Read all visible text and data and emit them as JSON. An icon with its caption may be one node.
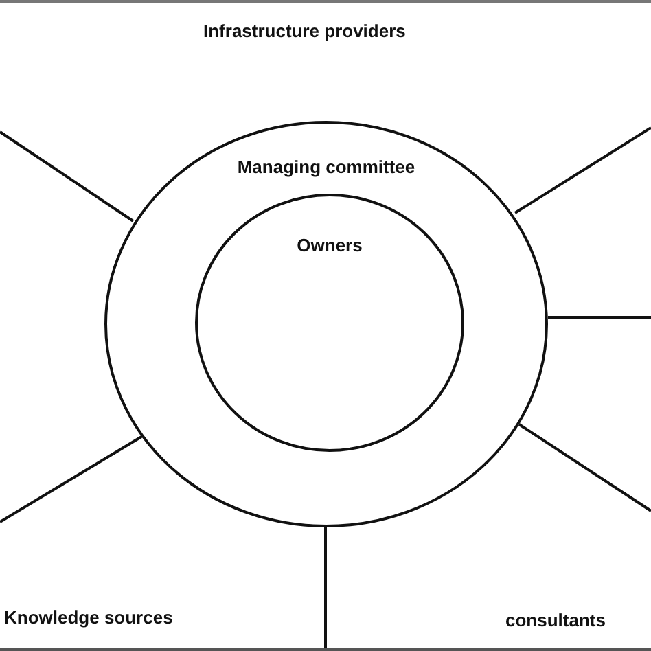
{
  "diagram": {
    "nodes": [
      {
        "text": [
          "Managing committee"
        ]
      },
      {
        "text": [
          "Owners"
        ],
        "in": 0
      }
    ],
    "labels": [
      "Infrastructure providers",
      "Knowledge sources",
      "consultants"
    ]
  }
}
